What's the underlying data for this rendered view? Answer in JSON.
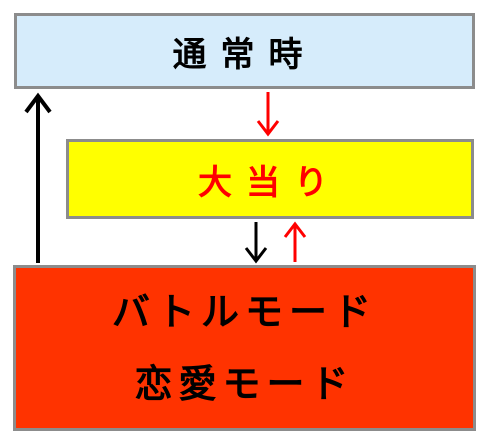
{
  "colors": {
    "normal_fill": "#d6ecfb",
    "jackpot_fill": "#ffff00",
    "jackpot_text": "#ff0000",
    "mode_fill": "#ff3300",
    "border": "#8c8c8c",
    "arrow_red": "#ff0000",
    "arrow_black": "#000000"
  },
  "nodes": {
    "normal": {
      "label": "通常時"
    },
    "jackpot": {
      "label": "大当り"
    },
    "mode": {
      "lines": [
        "バトルモード",
        "恋愛モード"
      ]
    }
  },
  "edges": [
    {
      "from": "normal",
      "to": "jackpot",
      "color": "red"
    },
    {
      "from": "jackpot",
      "to": "mode",
      "color": "black"
    },
    {
      "from": "mode",
      "to": "jackpot",
      "color": "red"
    },
    {
      "from": "mode",
      "to": "normal",
      "color": "black"
    }
  ]
}
